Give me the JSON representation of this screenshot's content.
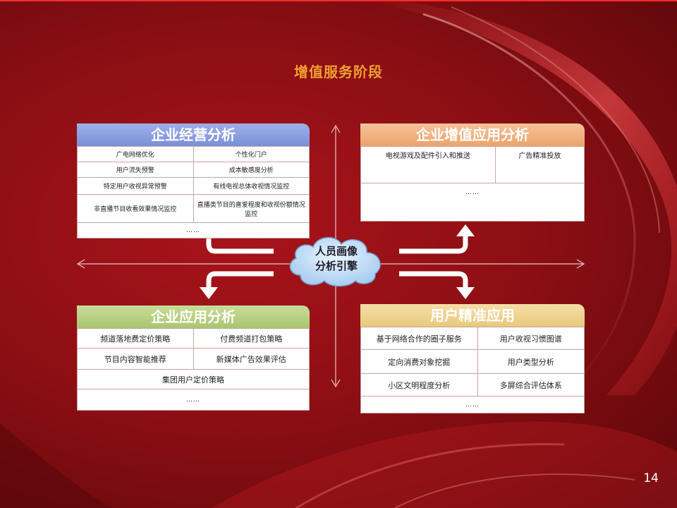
{
  "slide": {
    "title": "增值服务阶段",
    "page_number": "14"
  },
  "hub": {
    "line1": "人员画像",
    "line2": "分析引擎"
  },
  "panels": {
    "business_ops": {
      "title": "企业经营分析",
      "rows": [
        [
          "广电网络优化",
          "个性化门户"
        ],
        [
          "用户流失预警",
          "成本敏感度分析"
        ],
        [
          "特定用户收视异常预警",
          "有线电视总体收视情况监控"
        ],
        [
          "非直播节目收看效果情况监控",
          "直播类节目的喜爱程度和收视份额情况监控"
        ]
      ],
      "footer": "……"
    },
    "value_added": {
      "title": "企业增值应用分析",
      "rows": [
        [
          "电视游戏及配件引入和推送",
          "广告精准投放"
        ]
      ],
      "footer": "……"
    },
    "enterprise_app": {
      "title": "企业应用分析",
      "rows": [
        [
          "频道落地费定价策略",
          "付费频道打包策略"
        ],
        [
          "节目内容智能推荐",
          "新媒体广告效果评估"
        ]
      ],
      "full_row": "集团用户定价策略",
      "footer": "……"
    },
    "user_precision": {
      "title": "用户精准应用",
      "rows": [
        [
          "基于网络合作的圈子服务",
          "用户收视习惯图谱"
        ],
        [
          "定向消费对象挖掘",
          "用户类型分析"
        ],
        [
          "小区文明程度分析",
          "多屏综合评估体系"
        ]
      ],
      "footer": "……"
    }
  }
}
